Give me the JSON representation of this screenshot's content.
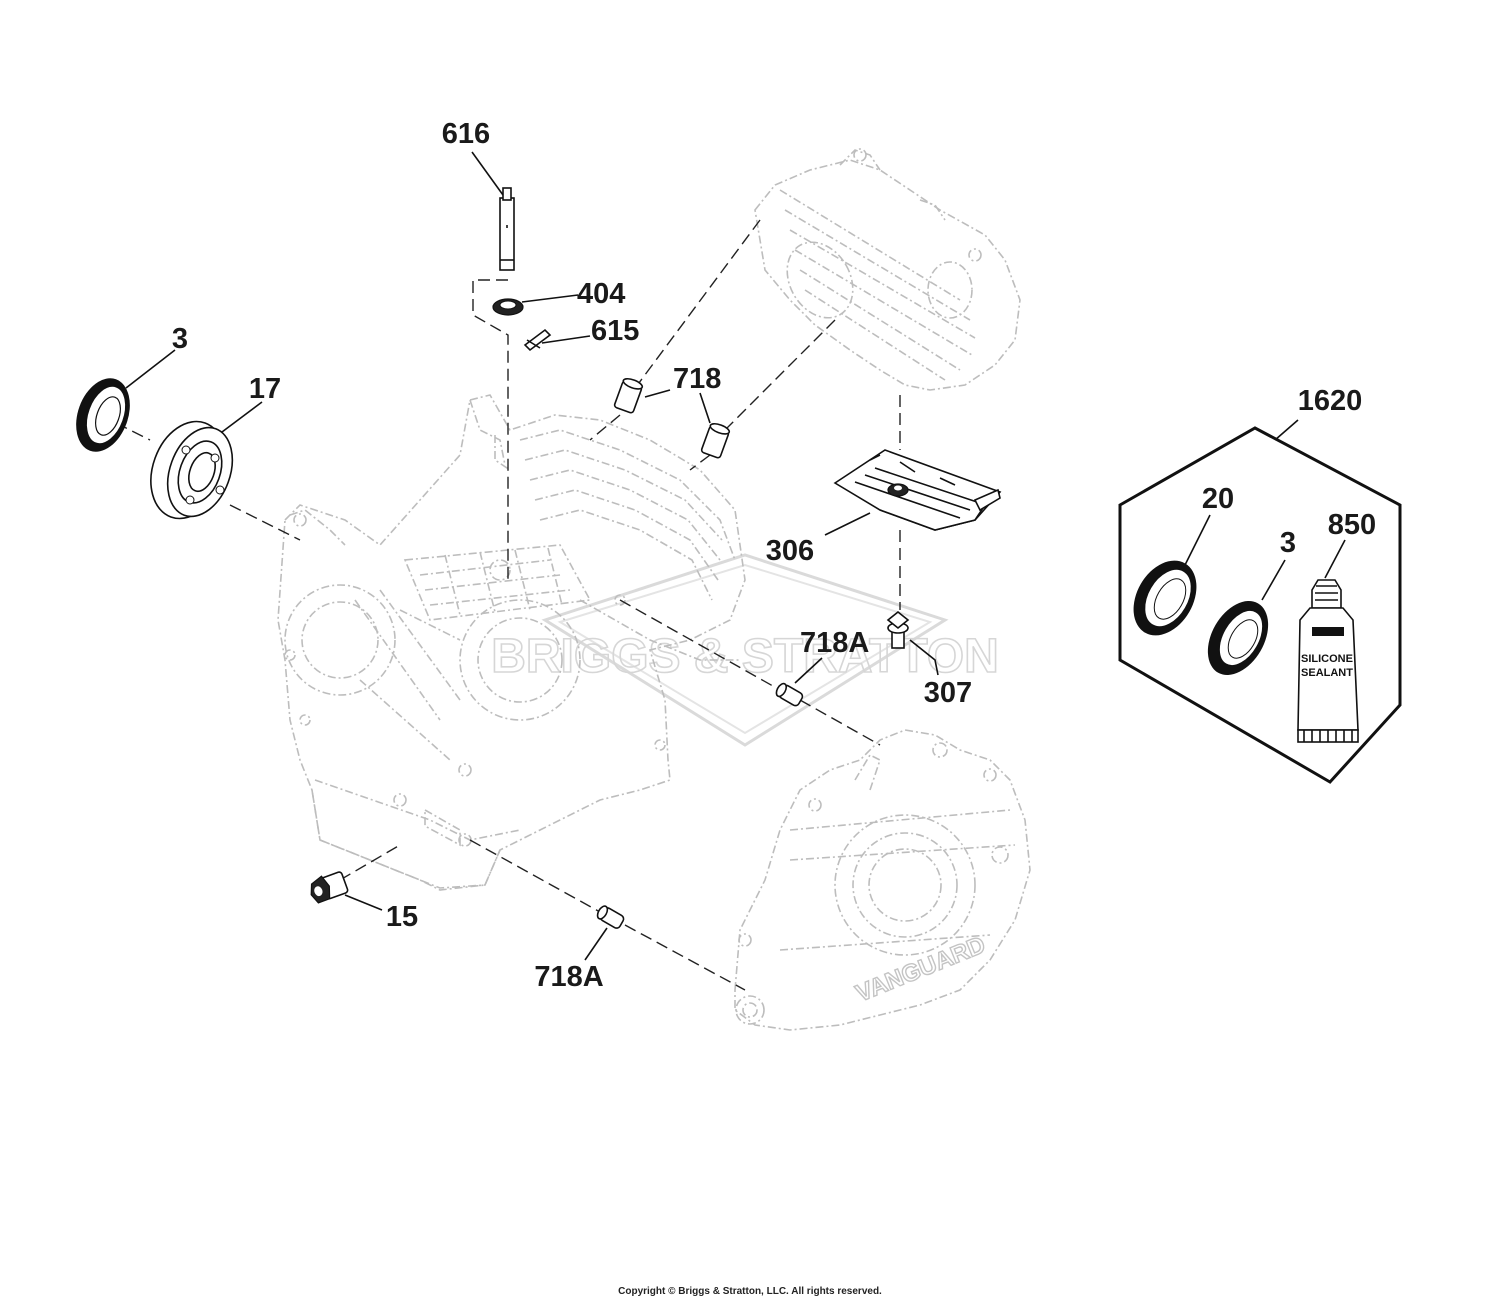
{
  "labels": {
    "l616": "616",
    "l404": "404",
    "l615": "615",
    "l3_left": "3",
    "l17": "17",
    "l718": "718",
    "l306": "306",
    "l718a_upper": "718A",
    "l307": "307",
    "l15": "15",
    "l718a_lower": "718A",
    "l1620": "1620",
    "l20": "20",
    "l3_kit": "3",
    "l850": "850"
  },
  "tube_text": {
    "line1": "SILICONE",
    "line2": "SEALANT"
  },
  "engraving": "VANGUARD",
  "watermark": "BRIGGS & STRATTON",
  "copyright": "Copyright © Briggs & Stratton, LLC. All rights reserved."
}
